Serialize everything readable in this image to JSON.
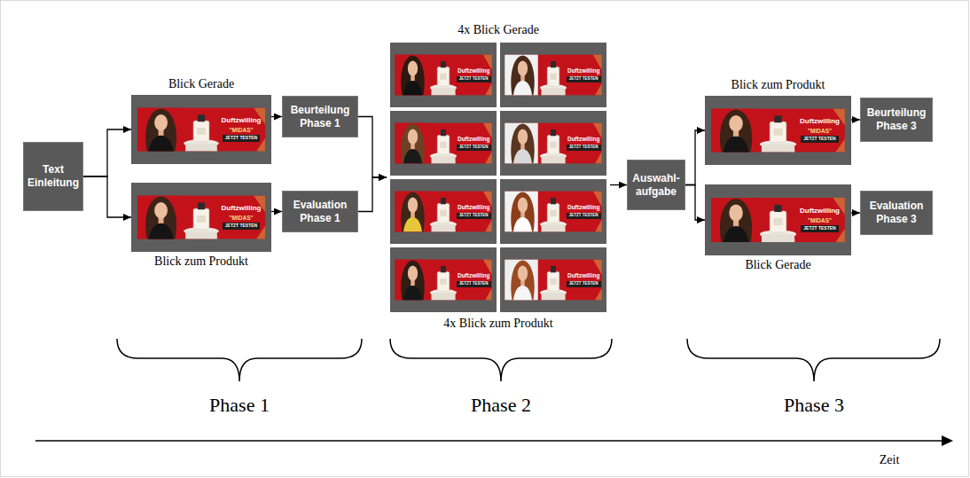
{
  "diagram": {
    "nodes": [
      {
        "text": [
          "Text Einleitung"
        ]
      },
      {
        "text": [
          "Blick Gerade",
          "Duftzwilling",
          "\"MIDAS\"",
          "JETZT TESTEN"
        ]
      },
      {
        "text": [
          "Blick zum Produkt",
          "Duftzwilling",
          "\"MIDAS\"",
          "JETZT TESTEN"
        ]
      },
      {
        "text": [
          "Beurteilung Phase 1"
        ]
      },
      {
        "text": [
          "Evaluation Phase 1"
        ]
      },
      {
        "text": [
          "4x Blick Gerade",
          "4x Blick zum Produkt"
        ]
      },
      {
        "text": [
          "Duftzwilling",
          "JETZT TESTEN"
        ],
        "in": 5
      },
      {
        "text": [
          "Duftzwilling",
          "JETZT TESTEN"
        ],
        "in": 5
      },
      {
        "text": [
          "Duftzwilling",
          "JETZT TESTEN"
        ],
        "in": 5
      },
      {
        "text": [
          "Duftzwilling",
          "JETZT TESTEN"
        ],
        "in": 5
      },
      {
        "text": [
          "Duftzwilling",
          "JETZT TESTEN"
        ],
        "in": 5
      },
      {
        "text": [
          "Duftzwilling",
          "JETZT TESTEN"
        ],
        "in": 5
      },
      {
        "text": [
          "Duftzwilling",
          "JETZT TESTEN"
        ],
        "in": 5
      },
      {
        "text": [
          "Duftzwilling",
          "JETZT TESTEN"
        ],
        "in": 5
      },
      {
        "text": [
          "Auswahl- aufgabe"
        ]
      },
      {
        "text": [
          "Blick zum Produkt",
          "Duftzwilling",
          "\"MIDAS\"",
          "JETZT TESTEN"
        ]
      },
      {
        "text": [
          "Blick Gerade",
          "Duftzwilling",
          "\"MIDAS\"",
          "JETZT TESTEN"
        ]
      },
      {
        "text": [
          "Beurteilung Phase 3"
        ]
      },
      {
        "text": [
          "Evaluation Phase 3"
        ]
      }
    ],
    "edges": [
      {
        "from": 0,
        "to": 1,
        "arrow": "to"
      },
      {
        "from": 0,
        "to": 2,
        "arrow": "to"
      },
      {
        "from": 1,
        "to": 3,
        "arrow": "to"
      },
      {
        "from": 2,
        "to": 4,
        "arrow": "to"
      },
      {
        "from": 3,
        "to": 5,
        "arrow": "to"
      },
      {
        "from": 4,
        "to": 5,
        "arrow": "to"
      },
      {
        "from": 5,
        "to": 14,
        "arrow": "to"
      },
      {
        "from": 14,
        "to": 15,
        "arrow": "to"
      },
      {
        "from": 14,
        "to": 16,
        "arrow": "to"
      },
      {
        "from": 15,
        "to": 17,
        "arrow": "to"
      },
      {
        "from": 16,
        "to": 18,
        "arrow": "to"
      }
    ],
    "labels": [
      "Phase 1",
      "Phase 2",
      "Phase 3",
      "Zeit"
    ]
  }
}
